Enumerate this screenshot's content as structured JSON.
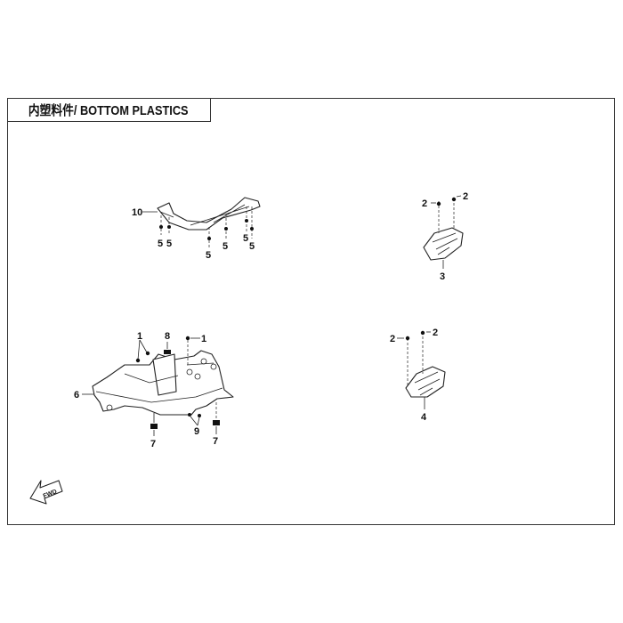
{
  "title": "内塑料件/ BOTTOM PLASTICS",
  "fwd_label": "FWD",
  "callouts": {
    "p1a": "1",
    "p1b": "1",
    "p2a": "2",
    "p2b": "2",
    "p2c": "2",
    "p2d": "2",
    "p3": "3",
    "p4": "4",
    "p5a": "5",
    "p5b": "5",
    "p5c": "5",
    "p5d": "5",
    "p5e": "5",
    "p5f": "5",
    "p6": "6",
    "p7a": "7",
    "p7b": "7",
    "p8": "8",
    "p9": "9",
    "p10": "10"
  }
}
